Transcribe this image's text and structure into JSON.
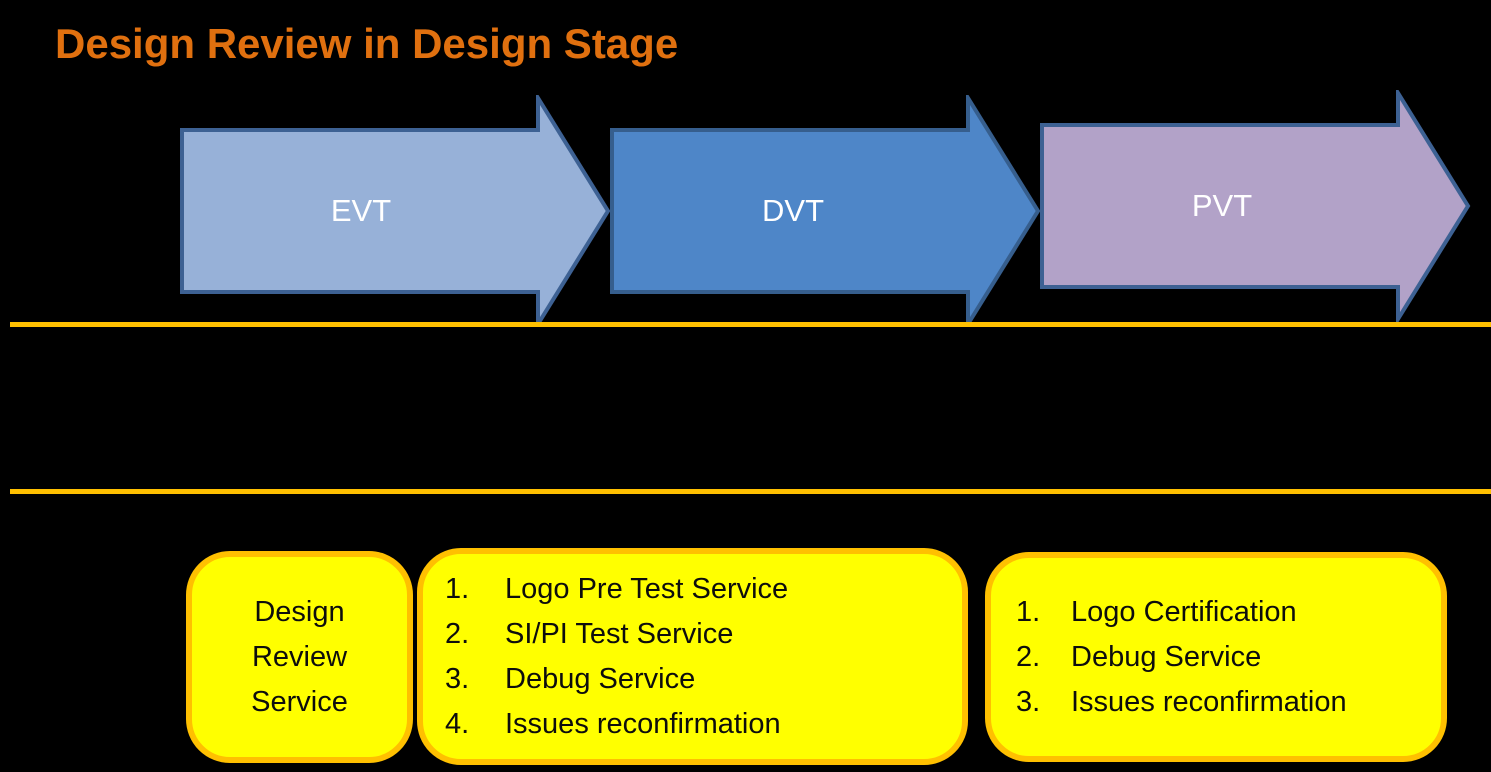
{
  "title": "Design Review in Design Stage",
  "stages": [
    {
      "label": "EVT"
    },
    {
      "label": "DVT"
    },
    {
      "label": "PVT"
    }
  ],
  "service_boxes": {
    "design_review": {
      "text": "Design\nReview\nService"
    },
    "dvt_services": {
      "items": [
        {
          "num": "1.",
          "text": "Logo Pre Test Service"
        },
        {
          "num": "2.",
          "text": "SI/PI Test Service"
        },
        {
          "num": "3.",
          "text": "Debug Service"
        },
        {
          "num": "4.",
          "text": "Issues reconfirmation"
        }
      ]
    },
    "pvt_services": {
      "items": [
        {
          "num": "1.",
          "text": "Logo Certification"
        },
        {
          "num": "2.",
          "text": "Debug Service"
        },
        {
          "num": "3.",
          "text": "Issues reconfirmation"
        }
      ]
    }
  },
  "colors": {
    "canvas_bg": "#000000",
    "title_orange": "#E0700F",
    "divider_gold": "#FFC000",
    "box_fill": "#FFFF00",
    "box_border": "#FFC000",
    "box_text": "#0D0D0D",
    "arrow_label_text": "#FFFFFF",
    "arrow_evt_fill": "#97B1D8",
    "arrow_evt_border": "#3D6193",
    "arrow_dvt_fill": "#4E86C8",
    "arrow_dvt_border": "#365E8D",
    "arrow_pvt_fill": "#B2A2C8",
    "arrow_pvt_border": "#3D6193"
  }
}
